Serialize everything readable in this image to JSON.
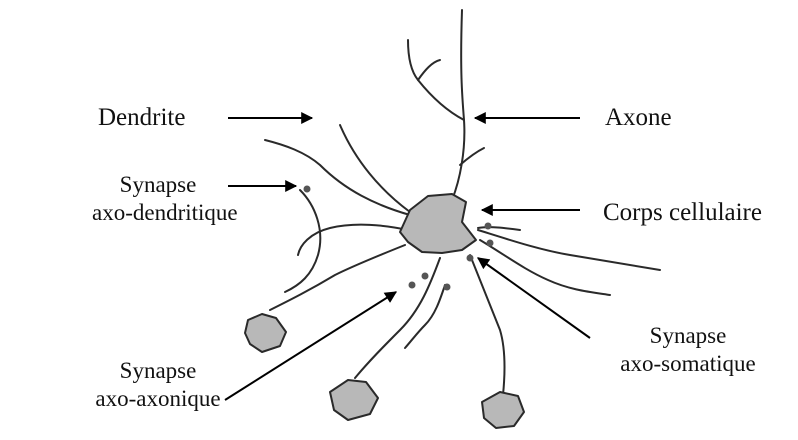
{
  "labels": {
    "dendrite": "Dendrite",
    "axone": "Axone",
    "corps_cellulaire": "Corps cellulaire",
    "synapse_axo_dendritique": {
      "line1": "Synapse",
      "line2": "axo-dendritique"
    },
    "synapse_axo_axonique": {
      "line1": "Synapse",
      "line2": "axo-axonique"
    },
    "synapse_axo_somatique": {
      "line1": "Synapse",
      "line2": "axo-somatique"
    }
  },
  "colors": {
    "line": "#2a2a2a",
    "cell_fill": "#b8b8b8",
    "text": "#111111",
    "background": "#ffffff"
  }
}
